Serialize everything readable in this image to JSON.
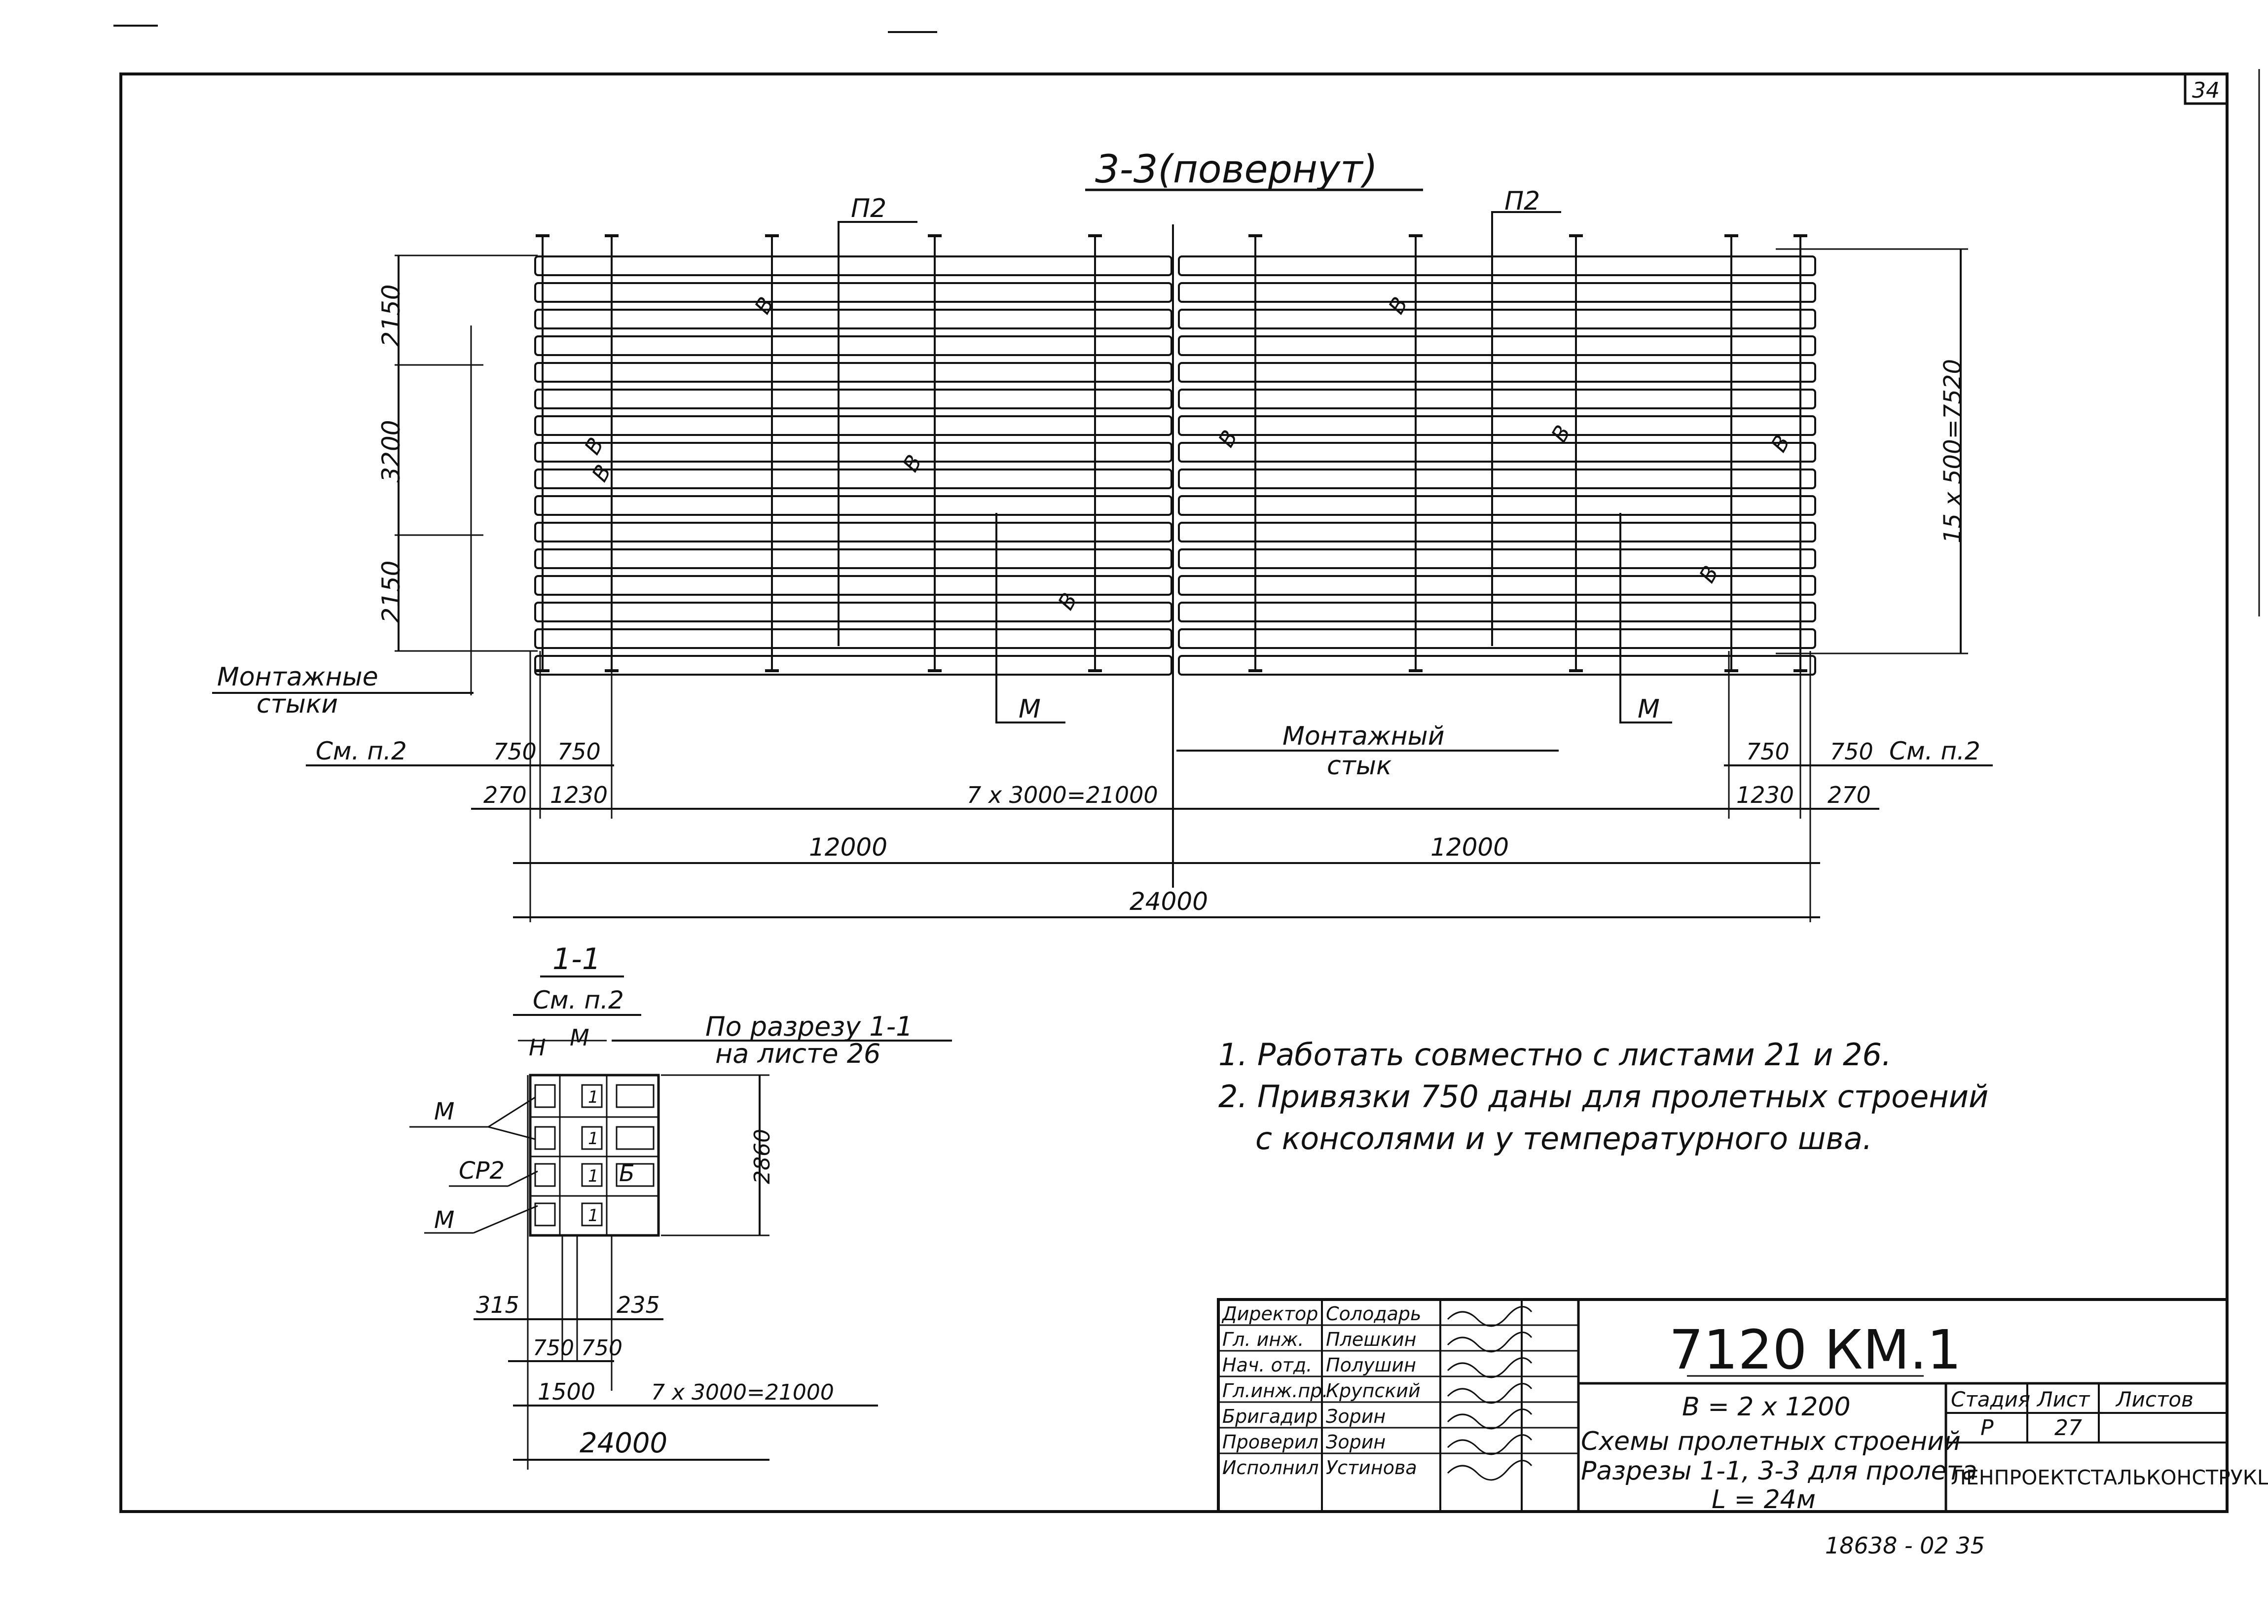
{
  "sheet_corner_number": "34",
  "section_33": {
    "title": "3-3(повернут)",
    "brace_labels": [
      "П2",
      "П2"
    ],
    "brace_marks": [
      "В",
      "В",
      "В",
      "В",
      "В",
      "В",
      "В",
      "В",
      "В",
      "В"
    ],
    "m_labels": [
      "М",
      "М"
    ],
    "left_dims": [
      "2150",
      "3200",
      "2150"
    ],
    "right_dim": "15 x 500=7520",
    "joints_left": [
      "Монтажные",
      "стыки"
    ],
    "joint_center": [
      "Монтажный",
      "стык"
    ],
    "ref_left": "См. п.2",
    "ref_right": "См. п.2",
    "dims_row1_left": [
      "750",
      "750"
    ],
    "dims_row1_right": [
      "750",
      "750"
    ],
    "dims_row2_left": [
      "270",
      "1230"
    ],
    "dims_row2_center": "7 x 3000=21000",
    "dims_row2_right": [
      "1230",
      "270"
    ],
    "half_spans": [
      "12000",
      "12000"
    ],
    "total_span": "24000"
  },
  "section_11": {
    "title": "1-1",
    "ref": "См. п.2",
    "labels": {
      "h": "Н",
      "m_top": "М",
      "m_side": "М",
      "cp2": "СР2",
      "m_bottom": "М",
      "b": "Б"
    },
    "box_numbers": [
      "1",
      "1",
      "1",
      "1"
    ],
    "note": [
      "По разрезу 1-1",
      "на листе 26"
    ],
    "height_dim": "2860",
    "bottom_dims": [
      "315",
      "235"
    ],
    "pair_dims": "750 750",
    "span_dims": [
      "1500",
      "7 x 3000=21000"
    ],
    "total": "24000"
  },
  "notes": [
    "1. Работать совместно с листами 21 и 26.",
    "2. Привязки 750 даны для пролетных строений",
    "с консолями и у температурного шва."
  ],
  "title_block": {
    "code": "7120 КМ.1",
    "roles": [
      "Директор",
      "Гл. инж.",
      "Нач. отд.",
      "Гл.инж.пр.",
      "Бригадир",
      "Проверил",
      "Исполнил"
    ],
    "names": [
      "Солодарь",
      "Плешкин",
      "Полушин",
      "Крупский",
      "Зорин",
      "Зорин",
      "Устинова"
    ],
    "subtitle": "В = 2 x 1200",
    "description": [
      "Схемы пролетных строений",
      "Разрезы 1-1, 3-3 для пролета",
      "L = 24м"
    ],
    "stage_header": "Стадия",
    "sheet_header": "Лист",
    "sheets_header": "Листов",
    "stage": "Р",
    "sheet": "27",
    "organization": "ЛЕНПРОЕКТСТАЛЬКОНСТРУКЦИЯ"
  },
  "bottom_stamp": "18638 - 02   35"
}
